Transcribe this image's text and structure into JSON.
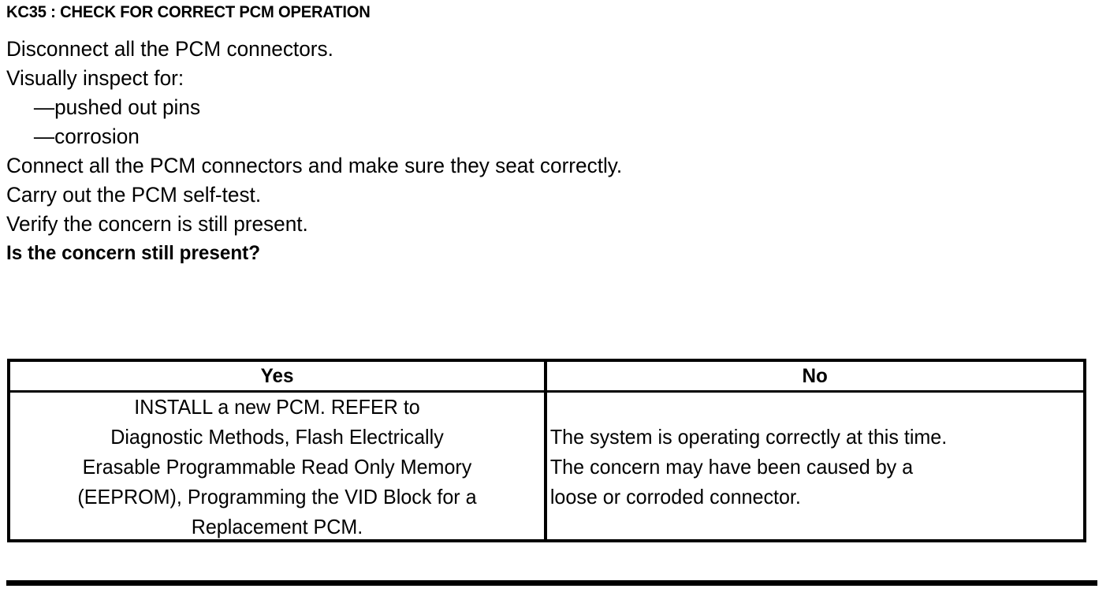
{
  "document": {
    "section_title": "KC35 : CHECK FOR CORRECT PCM OPERATION",
    "steps": [
      {
        "text": "Disconnect all the PCM connectors.",
        "style": "normal"
      },
      {
        "text": "Visually inspect for:",
        "style": "normal"
      },
      {
        "text": "—pushed out pins",
        "style": "indented"
      },
      {
        "text": "—corrosion",
        "style": "indented"
      },
      {
        "text": "Connect all the PCM connectors and make sure they seat correctly.",
        "style": "normal"
      },
      {
        "text": "Carry out the PCM self-test.",
        "style": "normal"
      },
      {
        "text": "Verify the concern is still present.",
        "style": "normal"
      },
      {
        "text": "Is the concern still present?",
        "style": "bold"
      }
    ],
    "decision_table": {
      "headers": [
        "Yes",
        "No"
      ],
      "yes_cell": {
        "lines": [
          "INSTALL a new PCM.  REFER to",
          "Diagnostic Methods, Flash Electrically",
          "Erasable Programmable Read Only Memory",
          "(EEPROM), Programming the VID Block for a",
          "Replacement PCM."
        ]
      },
      "no_cell": {
        "lines": [
          "The system is operating correctly at this time.",
          "The concern may have been caused by a",
          "loose or corroded connector."
        ]
      }
    }
  }
}
